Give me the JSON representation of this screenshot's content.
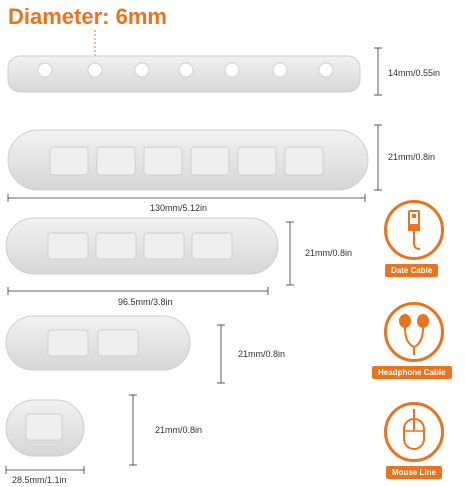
{
  "header": {
    "title": "Diameter: 6mm"
  },
  "dimensions": {
    "height_7slot_thin": "14mm/0.55in",
    "height_7slot": "21mm/0.8in",
    "length_7slot": "130mm/5.12in",
    "height_5slot": "21mm/0.8in",
    "length_5slot": "96.5mm/3.8in",
    "height_3slot": "21mm/0.8in",
    "height_1slot": "21mm/0.8in",
    "length_1slot": "28.5mm/1.1in"
  },
  "cable_types": [
    {
      "label": "Date Cable",
      "icon": "usb-cable-icon"
    },
    {
      "label": "Headphone Cable",
      "icon": "headphone-icon"
    },
    {
      "label": "Mouse Line",
      "icon": "mouse-icon"
    }
  ],
  "colors": {
    "accent": "#e8741f",
    "product": "#e6e6e6"
  }
}
